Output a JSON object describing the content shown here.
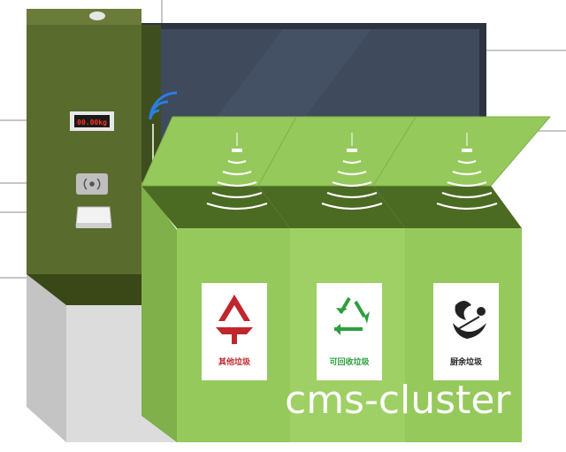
{
  "scale_display": "00.00kg",
  "bins": [
    {
      "label": "其他垃圾",
      "icon": "other-waste-icon",
      "color": "#c0272d"
    },
    {
      "label": "可回收垃圾",
      "icon": "recycle-icon",
      "color": "#2e9e3e"
    },
    {
      "label": "厨余垃圾",
      "icon": "kitchen-waste-icon",
      "color": "#222222"
    }
  ],
  "watermark": "cms-cluster",
  "colors": {
    "cabinet": "#5a6b2e",
    "cabinet_dark": "#3f4e1e",
    "bin": "#95c95c",
    "bin_dark": "#7fb04a",
    "screen": "#3f4a5c",
    "base": "#d8d8d8",
    "wifi": "#2a7de1"
  }
}
